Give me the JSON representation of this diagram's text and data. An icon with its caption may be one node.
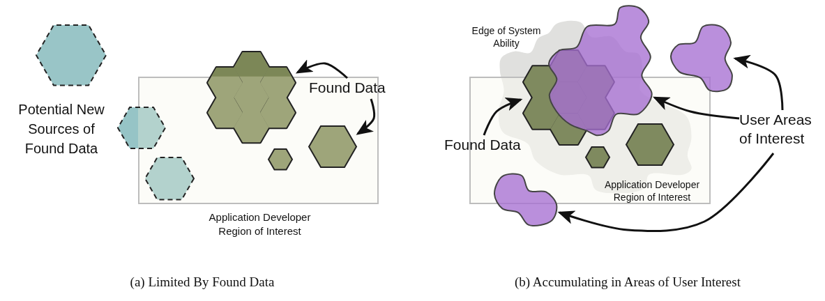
{
  "diagram": {
    "nodes": [
      {
        "text": [],
        "shape": "hexagon"
      },
      {
        "text": [
          "Application Developer Region of Interest"
        ]
      },
      {
        "text": [],
        "shape": "hexagon"
      },
      {
        "text": [],
        "shape": "hexagon",
        "in": 1
      },
      {
        "text": [],
        "shape": "hexagon"
      },
      {
        "text": [],
        "shape": "hexagon",
        "in": 1
      },
      {
        "text": [],
        "shape": "hexagon",
        "in": 1
      },
      {
        "text": [
          "Found Data"
        ]
      },
      {
        "text": [
          "Application Developer Region of Interest"
        ]
      },
      {
        "text": [
          "Edge of System Ability"
        ]
      },
      {
        "text": [],
        "shape": "hexagon"
      },
      {
        "text": [],
        "shape": "blob"
      },
      {
        "text": [],
        "shape": "blob"
      },
      {
        "text": [],
        "shape": "hexagon",
        "in": 8
      },
      {
        "text": [],
        "shape": "hexagon",
        "in": 8
      },
      {
        "text": [],
        "shape": "blob"
      },
      {
        "text": [
          "Found Data"
        ]
      },
      {
        "text": [
          "User Areas of Interest"
        ]
      }
    ],
    "edges": [
      {
        "from": 7,
        "to": 4,
        "arrow": "to"
      },
      {
        "from": 7,
        "to": 6,
        "arrow": "to"
      },
      {
        "from": 16,
        "to": 10,
        "arrow": "to"
      },
      {
        "from": 17,
        "to": 11,
        "arrow": "to"
      },
      {
        "from": 17,
        "to": 12,
        "arrow": "to"
      },
      {
        "from": 17,
        "to": 15,
        "arrow": "to"
      }
    ],
    "labels": [
      "Potential New Sources of Found Data",
      "(a) Limited By Found Data",
      "(b) Accumulating in Areas of User Interest"
    ]
  }
}
